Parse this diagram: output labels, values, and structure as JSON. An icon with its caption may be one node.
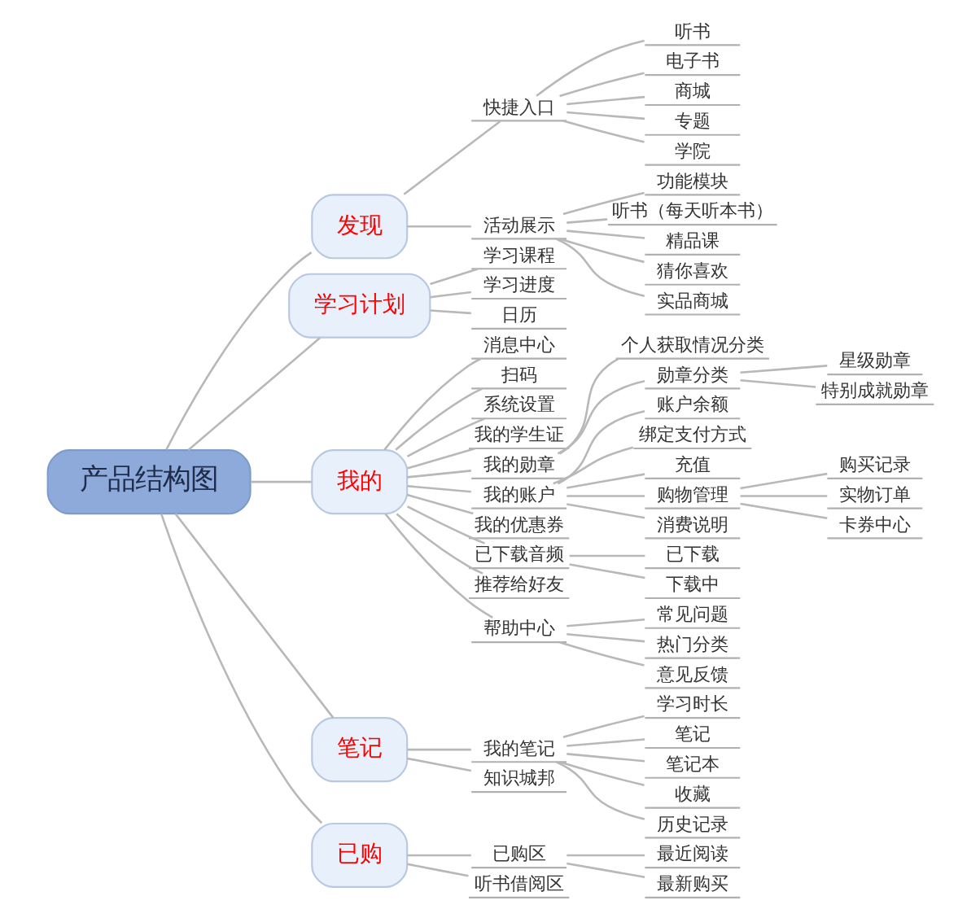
{
  "diagram": {
    "nodes": [
      {
        "text": [
          "产品结构图"
        ]
      },
      {
        "text": [
          "发现"
        ]
      },
      {
        "text": [
          "快捷入口"
        ]
      },
      {
        "text": [
          "听书"
        ]
      },
      {
        "text": [
          "电子书"
        ]
      },
      {
        "text": [
          "商城"
        ]
      },
      {
        "text": [
          "专题"
        ]
      },
      {
        "text": [
          "学院"
        ]
      },
      {
        "text": [
          "活动展示"
        ]
      },
      {
        "text": [
          "功能模块"
        ]
      },
      {
        "text": [
          "听书（每天听本书）"
        ]
      },
      {
        "text": [
          "精品课"
        ]
      },
      {
        "text": [
          "猜你喜欢"
        ]
      },
      {
        "text": [
          "实品商城"
        ]
      },
      {
        "text": [
          "学习计划"
        ]
      },
      {
        "text": [
          "学习课程"
        ]
      },
      {
        "text": [
          "学习进度"
        ]
      },
      {
        "text": [
          "日历"
        ]
      },
      {
        "text": [
          "我的"
        ]
      },
      {
        "text": [
          "消息中心"
        ]
      },
      {
        "text": [
          "扫码"
        ]
      },
      {
        "text": [
          "系统设置"
        ]
      },
      {
        "text": [
          "我的学生证"
        ]
      },
      {
        "text": [
          "我的勋章"
        ]
      },
      {
        "text": [
          "个人获取情况分类"
        ]
      },
      {
        "text": [
          "勋章分类"
        ]
      },
      {
        "text": [
          "星级勋章"
        ]
      },
      {
        "text": [
          "特别成就勋章"
        ]
      },
      {
        "text": [
          "我的账户"
        ]
      },
      {
        "text": [
          "账户余额"
        ]
      },
      {
        "text": [
          "绑定支付方式"
        ]
      },
      {
        "text": [
          "充值"
        ]
      },
      {
        "text": [
          "购物管理"
        ]
      },
      {
        "text": [
          "购买记录"
        ]
      },
      {
        "text": [
          "实物订单"
        ]
      },
      {
        "text": [
          "卡券中心"
        ]
      },
      {
        "text": [
          "消费说明"
        ]
      },
      {
        "text": [
          "我的优惠券"
        ]
      },
      {
        "text": [
          "已下载音频"
        ]
      },
      {
        "text": [
          "已下载"
        ]
      },
      {
        "text": [
          "下载中"
        ]
      },
      {
        "text": [
          "推荐给好友"
        ]
      },
      {
        "text": [
          "帮助中心"
        ]
      },
      {
        "text": [
          "常见问题"
        ]
      },
      {
        "text": [
          "热门分类"
        ]
      },
      {
        "text": [
          "意见反馈"
        ]
      },
      {
        "text": [
          "笔记"
        ]
      },
      {
        "text": [
          "我的笔记"
        ]
      },
      {
        "text": [
          "学习时长"
        ]
      },
      {
        "text": [
          "笔记"
        ]
      },
      {
        "text": [
          "笔记本"
        ]
      },
      {
        "text": [
          "收藏"
        ]
      },
      {
        "text": [
          "历史记录"
        ]
      },
      {
        "text": [
          "知识城邦"
        ]
      },
      {
        "text": [
          "已购"
        ]
      },
      {
        "text": [
          "已购区"
        ]
      },
      {
        "text": [
          "最近阅读"
        ]
      },
      {
        "text": [
          "最新购买"
        ]
      },
      {
        "text": [
          "听书借阅区"
        ]
      }
    ],
    "edges": [
      {
        "from": 0,
        "to": 1,
        "arrow": "none"
      },
      {
        "from": 1,
        "to": 2,
        "arrow": "none"
      },
      {
        "from": 2,
        "to": 3,
        "arrow": "none"
      },
      {
        "from": 2,
        "to": 4,
        "arrow": "none"
      },
      {
        "from": 2,
        "to": 5,
        "arrow": "none"
      },
      {
        "from": 2,
        "to": 6,
        "arrow": "none"
      },
      {
        "from": 2,
        "to": 7,
        "arrow": "none"
      },
      {
        "from": 1,
        "to": 8,
        "arrow": "none"
      },
      {
        "from": 8,
        "to": 9,
        "arrow": "none"
      },
      {
        "from": 8,
        "to": 10,
        "arrow": "none"
      },
      {
        "from": 8,
        "to": 11,
        "arrow": "none"
      },
      {
        "from": 8,
        "to": 12,
        "arrow": "none"
      },
      {
        "from": 8,
        "to": 13,
        "arrow": "none"
      },
      {
        "from": 0,
        "to": 14,
        "arrow": "none"
      },
      {
        "from": 14,
        "to": 15,
        "arrow": "none"
      },
      {
        "from": 14,
        "to": 16,
        "arrow": "none"
      },
      {
        "from": 14,
        "to": 17,
        "arrow": "none"
      },
      {
        "from": 0,
        "to": 18,
        "arrow": "none"
      },
      {
        "from": 18,
        "to": 19,
        "arrow": "none"
      },
      {
        "from": 18,
        "to": 20,
        "arrow": "none"
      },
      {
        "from": 18,
        "to": 21,
        "arrow": "none"
      },
      {
        "from": 18,
        "to": 22,
        "arrow": "none"
      },
      {
        "from": 18,
        "to": 23,
        "arrow": "none"
      },
      {
        "from": 23,
        "to": 24,
        "arrow": "none"
      },
      {
        "from": 23,
        "to": 25,
        "arrow": "none"
      },
      {
        "from": 25,
        "to": 26,
        "arrow": "none"
      },
      {
        "from": 25,
        "to": 27,
        "arrow": "none"
      },
      {
        "from": 18,
        "to": 28,
        "arrow": "none"
      },
      {
        "from": 28,
        "to": 29,
        "arrow": "none"
      },
      {
        "from": 28,
        "to": 30,
        "arrow": "none"
      },
      {
        "from": 28,
        "to": 31,
        "arrow": "none"
      },
      {
        "from": 28,
        "to": 32,
        "arrow": "none"
      },
      {
        "from": 32,
        "to": 33,
        "arrow": "none"
      },
      {
        "from": 32,
        "to": 34,
        "arrow": "none"
      },
      {
        "from": 32,
        "to": 35,
        "arrow": "none"
      },
      {
        "from": 28,
        "to": 36,
        "arrow": "none"
      },
      {
        "from": 18,
        "to": 37,
        "arrow": "none"
      },
      {
        "from": 18,
        "to": 38,
        "arrow": "none"
      },
      {
        "from": 38,
        "to": 39,
        "arrow": "none"
      },
      {
        "from": 38,
        "to": 40,
        "arrow": "none"
      },
      {
        "from": 18,
        "to": 41,
        "arrow": "none"
      },
      {
        "from": 18,
        "to": 42,
        "arrow": "none"
      },
      {
        "from": 42,
        "to": 43,
        "arrow": "none"
      },
      {
        "from": 42,
        "to": 44,
        "arrow": "none"
      },
      {
        "from": 42,
        "to": 45,
        "arrow": "none"
      },
      {
        "from": 0,
        "to": 46,
        "arrow": "none"
      },
      {
        "from": 46,
        "to": 47,
        "arrow": "none"
      },
      {
        "from": 47,
        "to": 48,
        "arrow": "none"
      },
      {
        "from": 47,
        "to": 49,
        "arrow": "none"
      },
      {
        "from": 47,
        "to": 50,
        "arrow": "none"
      },
      {
        "from": 47,
        "to": 51,
        "arrow": "none"
      },
      {
        "from": 47,
        "to": 52,
        "arrow": "none"
      },
      {
        "from": 46,
        "to": 53,
        "arrow": "none"
      },
      {
        "from": 0,
        "to": 54,
        "arrow": "none"
      },
      {
        "from": 54,
        "to": 55,
        "arrow": "none"
      },
      {
        "from": 55,
        "to": 56,
        "arrow": "none"
      },
      {
        "from": 55,
        "to": 57,
        "arrow": "none"
      },
      {
        "from": 54,
        "to": 58,
        "arrow": "none"
      }
    ]
  }
}
